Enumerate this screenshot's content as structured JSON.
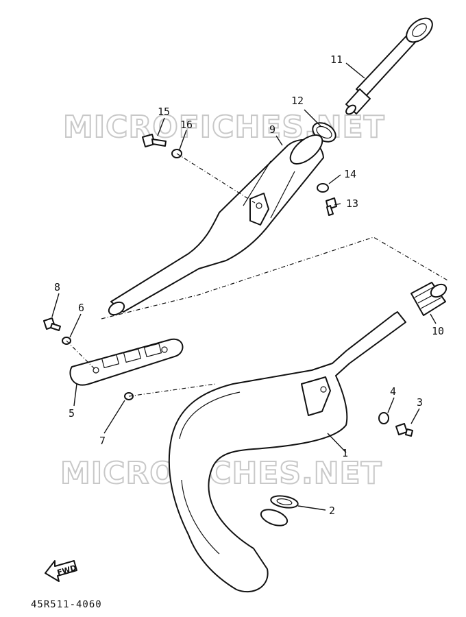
{
  "watermarks": [
    "MICROFICHES.NET",
    "MICROFICHES.NET"
  ],
  "diagram_code": "45R511-4060",
  "fwd_label": "FWD",
  "callouts": {
    "p1": "1",
    "p2": "2",
    "p3": "3",
    "p4": "4",
    "p5": "5",
    "p6": "6",
    "p7": "7",
    "p8": "8",
    "p9": "9",
    "p10": "10",
    "p11": "11",
    "p12": "12",
    "p13": "13",
    "p14": "14",
    "p15": "15",
    "p16": "16"
  }
}
